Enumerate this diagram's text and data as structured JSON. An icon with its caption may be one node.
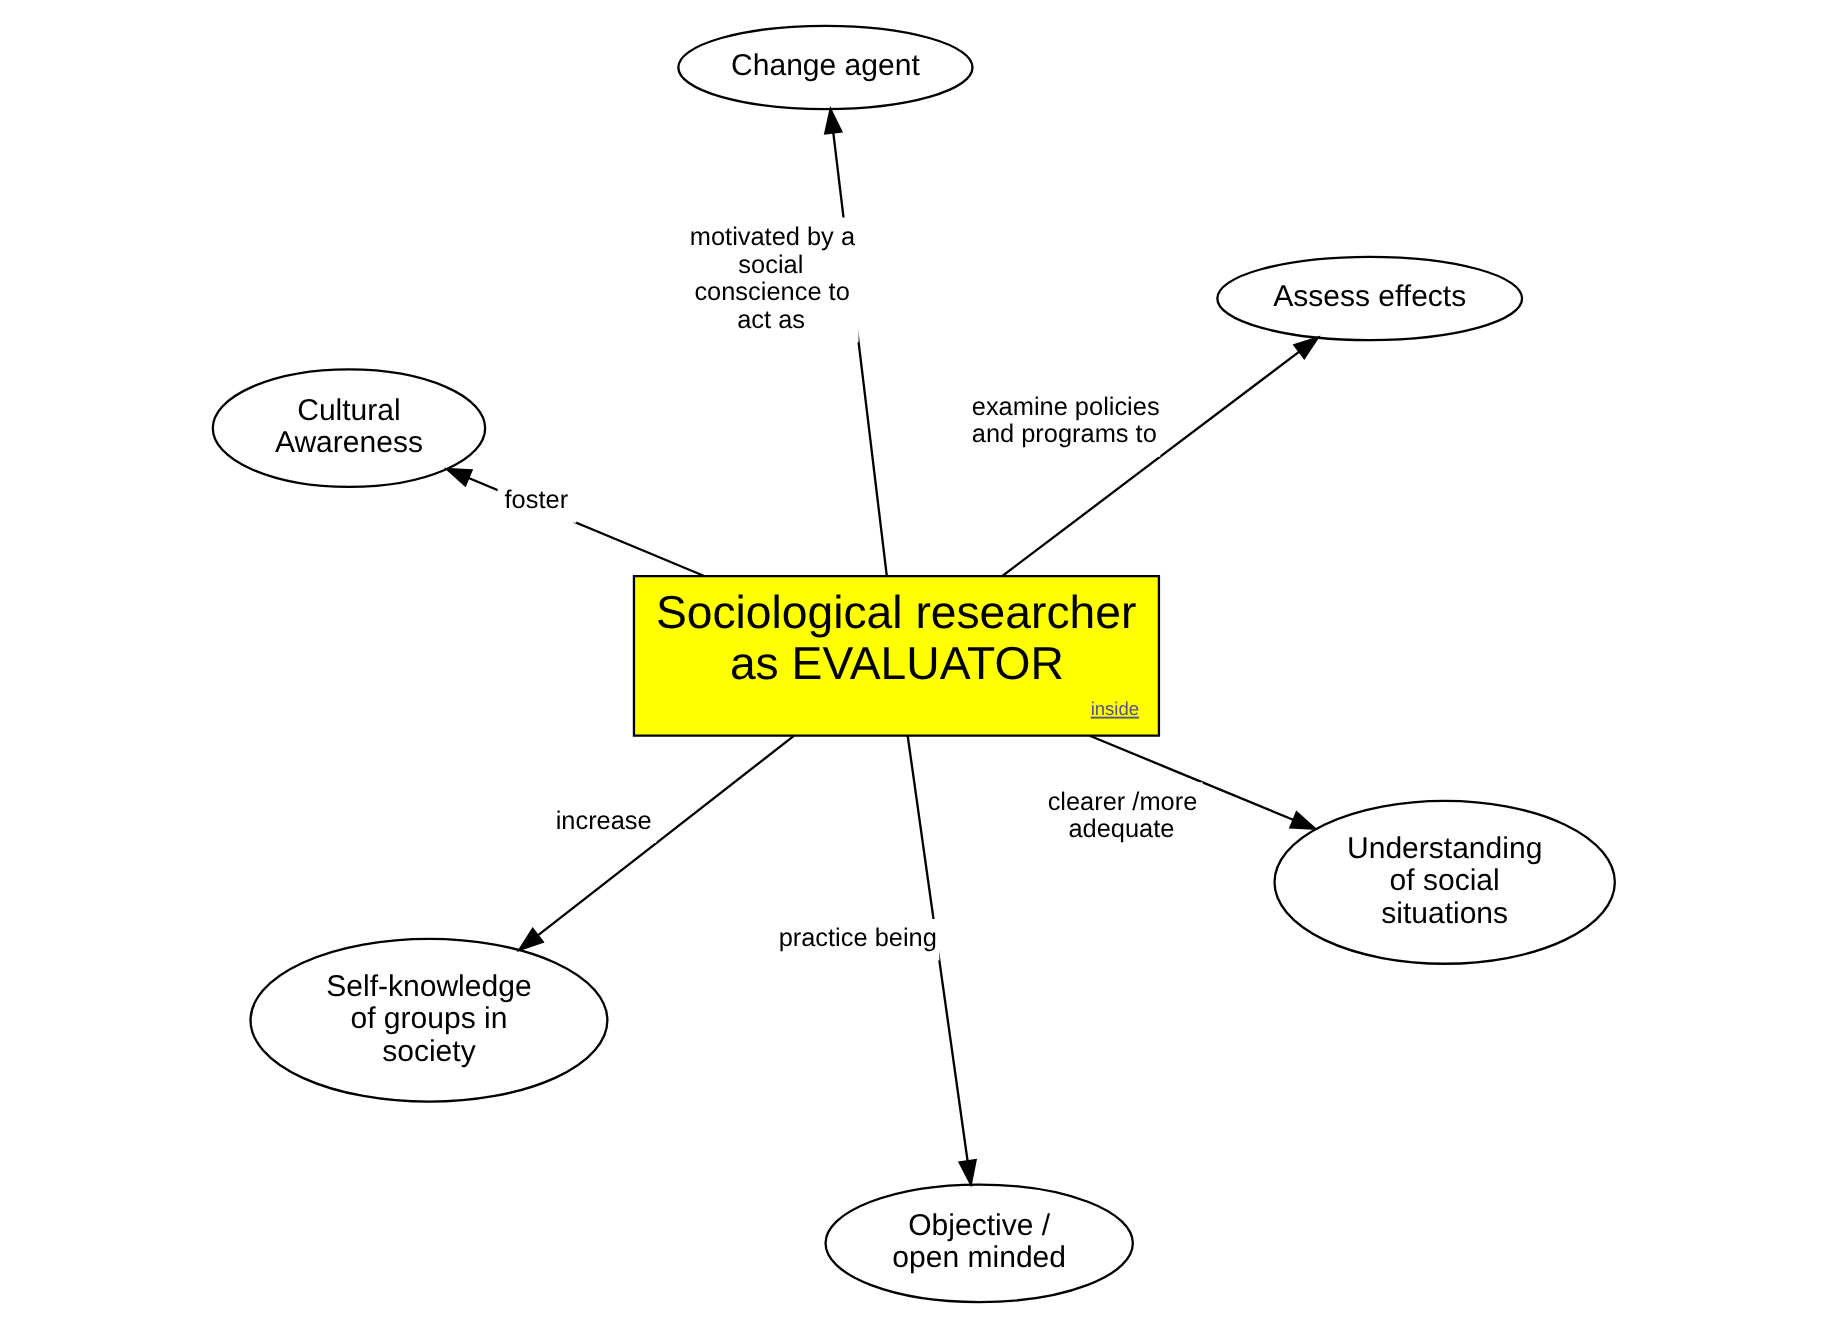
{
  "diagram": {
    "nodes": [
      {
        "text": [
          "Cultural Awareness"
        ]
      },
      {
        "text": [
          "Understanding of social situations"
        ]
      },
      {
        "text": [
          "Objective / open minded"
        ]
      },
      {
        "text": [
          "Sociological researcher as EVALUATOR",
          "inside"
        ]
      },
      {
        "text": [
          "Assess effects"
        ]
      },
      {
        "text": [
          "Change agent"
        ]
      },
      {
        "text": [
          "Self-knowledge of groups in society"
        ]
      }
    ],
    "edges": [
      {
        "from": 3,
        "to": 0,
        "arrow": "to",
        "label": "foster"
      },
      {
        "from": 3,
        "to": 1,
        "arrow": "to",
        "label": "clearer /more adequate"
      },
      {
        "from": 3,
        "to": 2,
        "arrow": "to",
        "label": "practice being"
      },
      {
        "from": 3,
        "to": 4,
        "arrow": "to",
        "label": "examine policies and programs to"
      },
      {
        "from": 3,
        "to": 5,
        "arrow": "to",
        "label": "motivated by a social conscience to act as"
      },
      {
        "from": 3,
        "to": 6,
        "arrow": "to",
        "label": "increase"
      }
    ]
  }
}
